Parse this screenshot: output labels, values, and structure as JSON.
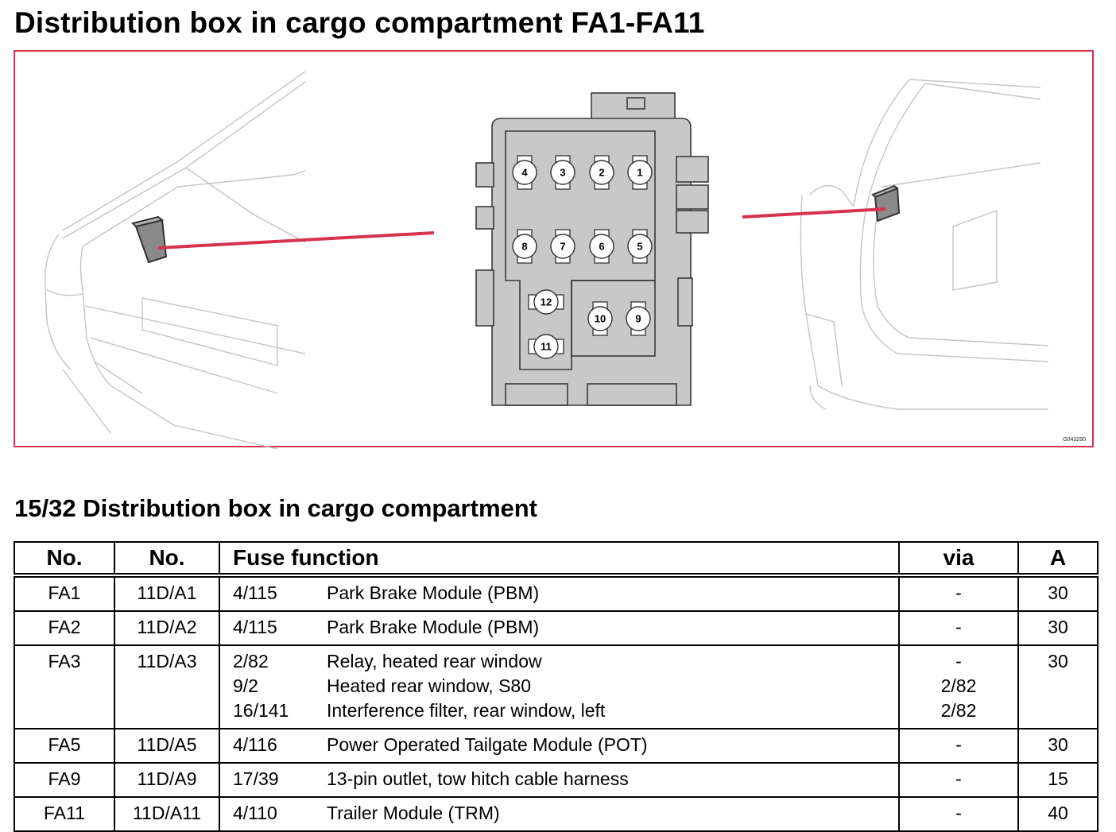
{
  "title": "Distribution box in cargo compartment FA1-FA11",
  "figure": {
    "code": "G043290",
    "fuse_numbers": [
      "4",
      "3",
      "2",
      "1",
      "8",
      "7",
      "6",
      "5",
      "12",
      "10",
      "9",
      "11"
    ],
    "accent_color": "#d6334d",
    "box_color": "#c8c8c8"
  },
  "table_title": "15/32 Distribution box in cargo compartment",
  "table": {
    "headers": [
      "No.",
      "No.",
      "Fuse function",
      "via",
      "A"
    ],
    "rows": [
      {
        "no": "FA1",
        "no2": "11D/A1",
        "functions": [
          {
            "ref": "4/115",
            "desc": "Park Brake Module (PBM)",
            "via": "-"
          }
        ],
        "amp": "30"
      },
      {
        "no": "FA2",
        "no2": "11D/A2",
        "functions": [
          {
            "ref": "4/115",
            "desc": "Park Brake Module (PBM)",
            "via": "-"
          }
        ],
        "amp": "30"
      },
      {
        "no": "FA3",
        "no2": "11D/A3",
        "functions": [
          {
            "ref": "2/82",
            "desc": "Relay, heated rear window",
            "via": "-"
          },
          {
            "ref": "9/2",
            "desc": "Heated rear window, S80",
            "via": "2/82"
          },
          {
            "ref": "16/141",
            "desc": "Interference filter, rear window, left",
            "via": "2/82"
          }
        ],
        "amp": "30"
      },
      {
        "no": "FA5",
        "no2": "11D/A5",
        "functions": [
          {
            "ref": "4/116",
            "desc": "Power Operated Tailgate Module (POT)",
            "via": "-"
          }
        ],
        "amp": "30"
      },
      {
        "no": "FA9",
        "no2": "11D/A9",
        "functions": [
          {
            "ref": "17/39",
            "desc": "13-pin outlet, tow hitch cable harness",
            "via": "-"
          }
        ],
        "amp": "15"
      },
      {
        "no": "FA11",
        "no2": "11D/A11",
        "functions": [
          {
            "ref": "4/110",
            "desc": "Trailer Module (TRM)",
            "via": "-"
          }
        ],
        "amp": "40"
      }
    ]
  }
}
